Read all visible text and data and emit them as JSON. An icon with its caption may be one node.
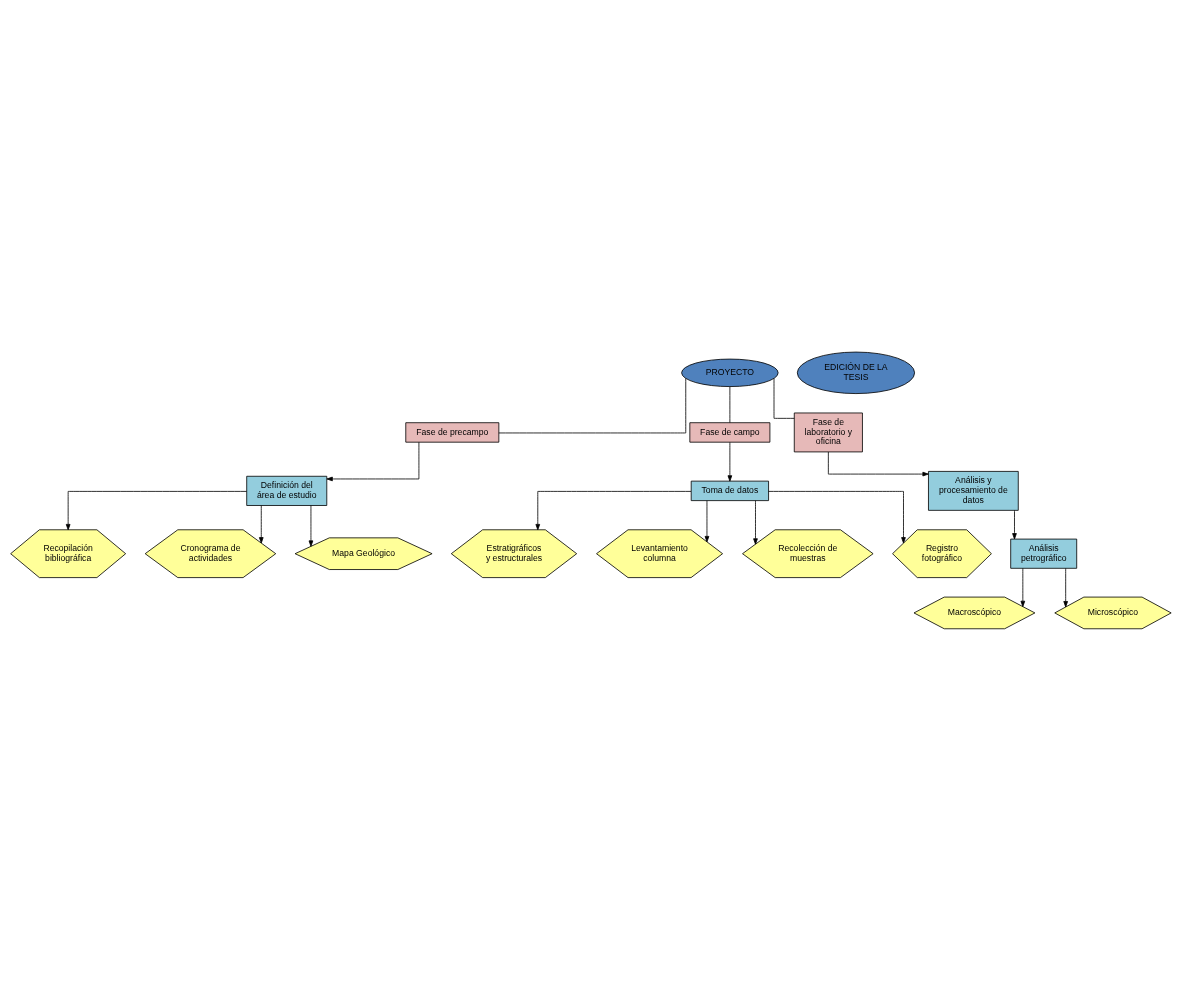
{
  "diagram": {
    "nodes": [
      {
        "text": [
          "PROYECTO"
        ]
      },
      {
        "text": [
          "Fase de precampo"
        ]
      },
      {
        "text": [
          "Fase de campo"
        ]
      },
      {
        "text": [
          "Fase de laboratorio y oficina"
        ]
      },
      {
        "text": [
          "Definición del área de estudio"
        ]
      },
      {
        "text": [
          "Recopilación bibliográfica"
        ]
      },
      {
        "text": [
          "Cronograma de actividades"
        ]
      },
      {
        "text": [
          "Mapa Geológico"
        ]
      },
      {
        "text": [
          "Toma de datos"
        ]
      },
      {
        "text": [
          "Estratigráficos y estructurales"
        ]
      },
      {
        "text": [
          "Levantamiento columna"
        ]
      },
      {
        "text": [
          "Recolección de muestras"
        ]
      },
      {
        "text": [
          "Registro fotográfico"
        ]
      },
      {
        "text": [
          "Análisis y procesamiento de datos"
        ]
      },
      {
        "text": [
          "Análisis petrográfico"
        ]
      },
      {
        "text": [
          "Macroscópico"
        ]
      },
      {
        "text": [
          "Microscópico"
        ]
      },
      {
        "text": [
          "EDICIÓN DE LA TESIS"
        ]
      }
    ],
    "edges": [
      {
        "from": 0,
        "to": 1,
        "arrow": "none"
      },
      {
        "from": 0,
        "to": 2,
        "arrow": "none"
      },
      {
        "from": 0,
        "to": 3,
        "arrow": "none"
      },
      {
        "from": 1,
        "to": 4,
        "arrow": "to"
      },
      {
        "from": 4,
        "to": 5,
        "arrow": "to"
      },
      {
        "from": 4,
        "to": 6,
        "arrow": "to"
      },
      {
        "from": 4,
        "to": 7,
        "arrow": "to"
      },
      {
        "from": 2,
        "to": 8,
        "arrow": "to"
      },
      {
        "from": 8,
        "to": 9,
        "arrow": "to"
      },
      {
        "from": 8,
        "to": 10,
        "arrow": "to"
      },
      {
        "from": 8,
        "to": 11,
        "arrow": "to"
      },
      {
        "from": 8,
        "to": 12,
        "arrow": "to"
      },
      {
        "from": 3,
        "to": 13,
        "arrow": "to"
      },
      {
        "from": 13,
        "to": 14,
        "arrow": "to"
      },
      {
        "from": 14,
        "to": 15,
        "arrow": "to"
      },
      {
        "from": 14,
        "to": 16,
        "arrow": "to"
      }
    ]
  }
}
